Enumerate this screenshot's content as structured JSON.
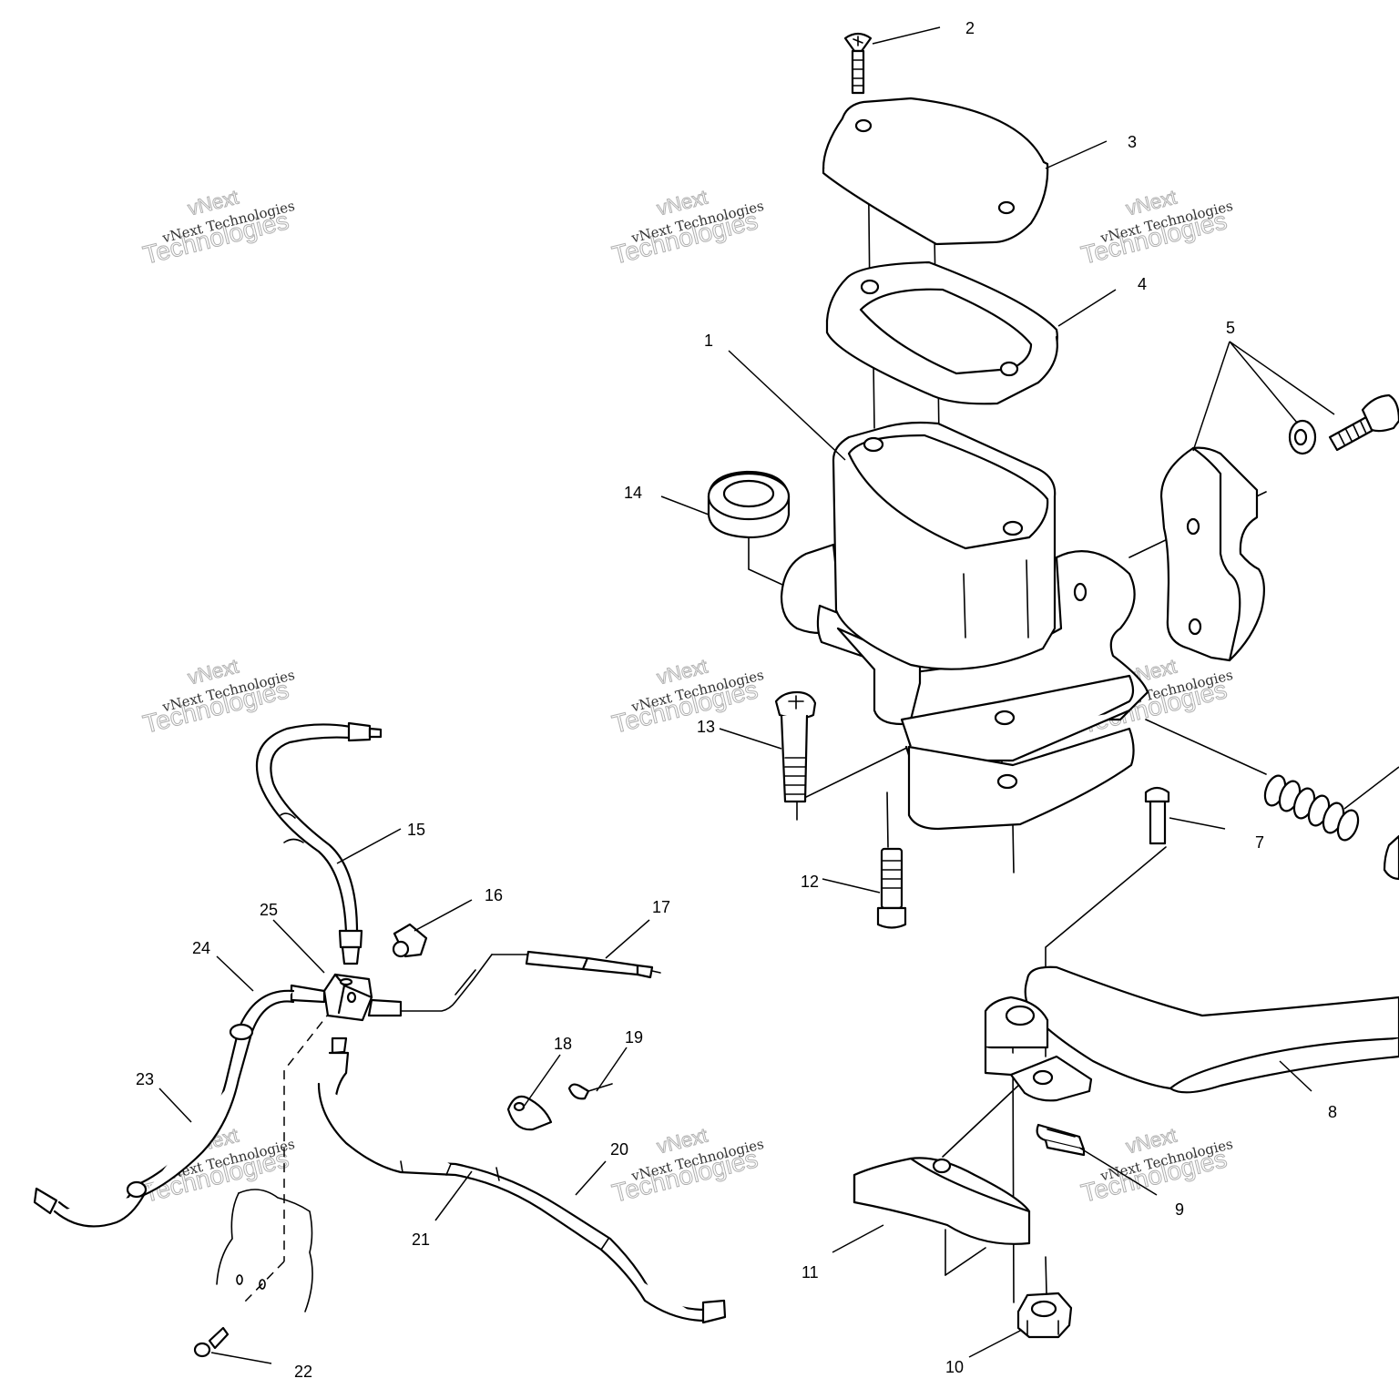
{
  "callouts": [
    {
      "label": "1"
    },
    {
      "label": "2"
    },
    {
      "label": "3"
    },
    {
      "label": "4"
    },
    {
      "label": "5"
    },
    {
      "label": "7"
    },
    {
      "label": "8"
    },
    {
      "label": "9"
    },
    {
      "label": "10"
    },
    {
      "label": "11"
    },
    {
      "label": "12"
    },
    {
      "label": "13"
    },
    {
      "label": "14"
    },
    {
      "label": "15"
    },
    {
      "label": "16"
    },
    {
      "label": "17"
    },
    {
      "label": "18"
    },
    {
      "label": "19"
    },
    {
      "label": "20"
    },
    {
      "label": "21"
    },
    {
      "label": "22"
    },
    {
      "label": "23"
    },
    {
      "label": "24"
    },
    {
      "label": "25"
    }
  ],
  "watermark": {
    "line_small": "vNext Technologies",
    "line_large": "Technologies",
    "line_top": "vNext"
  },
  "colors": {
    "ink": "#000000",
    "watermark_outline": "#b0b0b0",
    "background": "#ffffff"
  }
}
